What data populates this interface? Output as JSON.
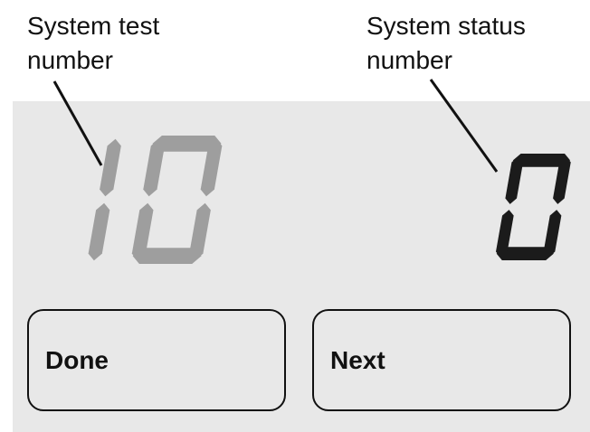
{
  "annotations": {
    "test_label": "System test number",
    "status_label": "System status number"
  },
  "display": {
    "test_number": "10",
    "test_color": "#9e9e9e",
    "status_number": "0",
    "status_color": "#1b1b1b"
  },
  "buttons": {
    "done_label": "Done",
    "next_label": "Next"
  },
  "colors": {
    "panel": "#e8e8e8",
    "background": "#ffffff",
    "text": "#111111"
  }
}
